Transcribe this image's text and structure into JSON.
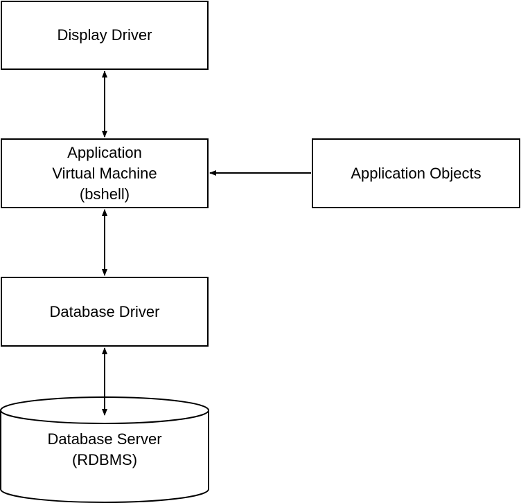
{
  "nodes": {
    "display_driver": "Display Driver",
    "app_vm": {
      "line1": "Application",
      "line2": "Virtual Machine",
      "line3": "(bshell)"
    },
    "app_objects": "Application Objects",
    "db_driver": "Database Driver",
    "db_server": {
      "line1": "Database Server",
      "line2": "(RDBMS)"
    }
  },
  "edges": [
    {
      "from": "display_driver",
      "to": "app_vm",
      "direction": "both"
    },
    {
      "from": "app_objects",
      "to": "app_vm",
      "direction": "forward"
    },
    {
      "from": "app_vm",
      "to": "db_driver",
      "direction": "both"
    },
    {
      "from": "db_driver",
      "to": "db_server",
      "direction": "both"
    }
  ],
  "colors": {
    "line": "#000000",
    "fill": "#ffffff"
  }
}
